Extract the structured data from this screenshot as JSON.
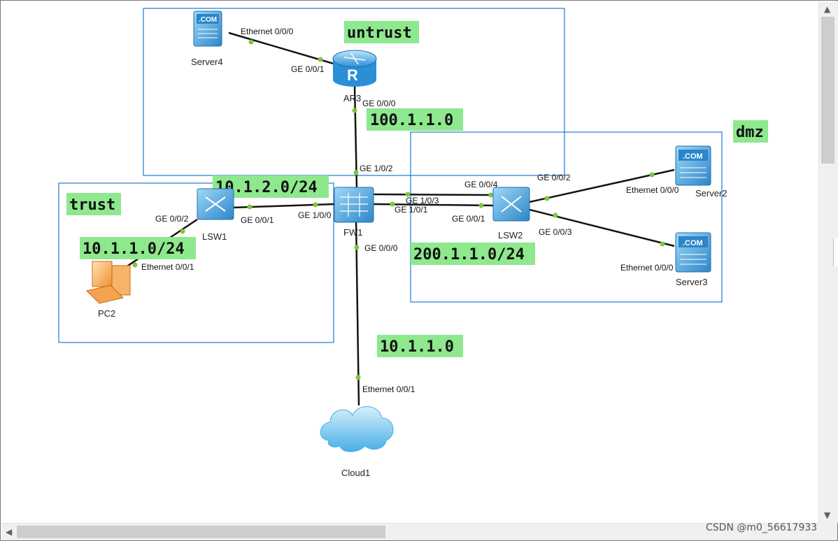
{
  "zones": {
    "untrust": "untrust",
    "trust": "trust",
    "dmz": "dmz"
  },
  "networks": {
    "n_100": "100.1.1.0",
    "n_10_1_2": "10.1.2.0/24",
    "n_10_1_1_24": "10.1.1.0/24",
    "n_200": "200.1.1.0/24",
    "n_10_1_1": "10.1.1.0"
  },
  "devices": {
    "server4": "Server4",
    "ar3": "AR3",
    "fw1": "FW1",
    "lsw1": "LSW1",
    "lsw2": "LSW2",
    "pc2": "PC2",
    "server2": "Server2",
    "server3": "Server3",
    "cloud1": "Cloud1"
  },
  "ports": {
    "server4_eth": "Ethernet 0/0/0",
    "ar3_ge001": "GE 0/0/1",
    "ar3_ge000": "GE 0/0/0",
    "fw1_ge102": "GE 1/0/2",
    "fw1_ge100": "GE 1/0/0",
    "fw1_ge103": "GE 1/0/3",
    "fw1_ge101": "GE 1/0/1",
    "fw1_ge000": "GE 0/0/0",
    "lsw1_ge001": "GE 0/0/1",
    "lsw1_ge002": "GE 0/0/2",
    "pc2_eth": "Ethernet 0/0/1",
    "lsw2_ge004": "GE 0/0/4",
    "lsw2_ge001": "GE 0/0/1",
    "lsw2_ge002": "GE 0/0/2",
    "lsw2_ge003": "GE 0/0/3",
    "server2_eth": "Ethernet 0/0/0",
    "server3_eth": "Ethernet 0/0/0",
    "cloud1_eth": "Ethernet 0/0/1"
  },
  "watermark": "CSDN @m0_56617933",
  "colors": {
    "zone_border": "#1e7ad6",
    "label_bg": "#8ee88e",
    "link": "#141414",
    "port_dot": "#7cc839"
  }
}
